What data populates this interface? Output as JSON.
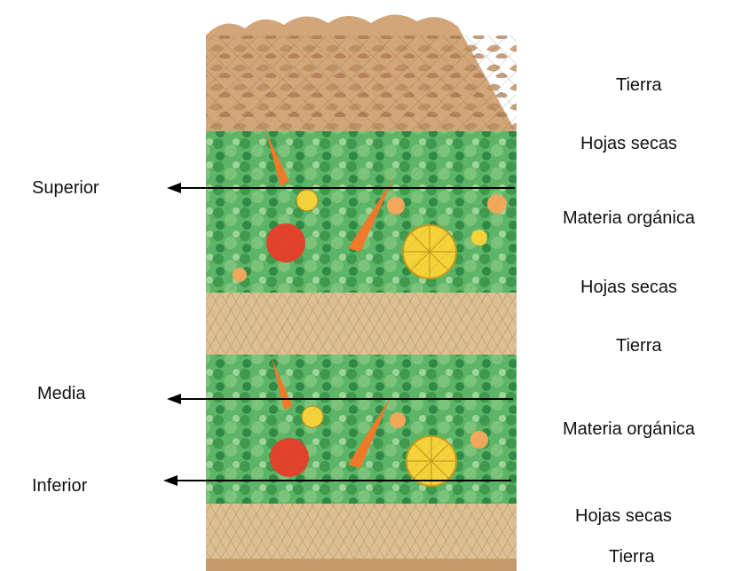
{
  "left_labels": [
    "Superior",
    "Media",
    "Inferior"
  ],
  "right_labels": [
    "Tierra",
    "Hojas secas",
    "Materia orgánica",
    "Hojas secas",
    "Tierra",
    "Materia orgánica",
    "Hojas secas",
    "Tierra"
  ],
  "colors": {
    "soil": "#c79a6a",
    "dry_leaves": "#d9b98c",
    "organic_matter_green": "#4aa657",
    "carrot": "#f07a2a",
    "tomato": "#e0432a",
    "lemon": "#f4d23a",
    "arrow": "#000000"
  },
  "icons": [
    "soil-layer-icon",
    "dry-leaves-layer-icon",
    "organic-matter-layer-icon",
    "arrow-left-icon"
  ]
}
